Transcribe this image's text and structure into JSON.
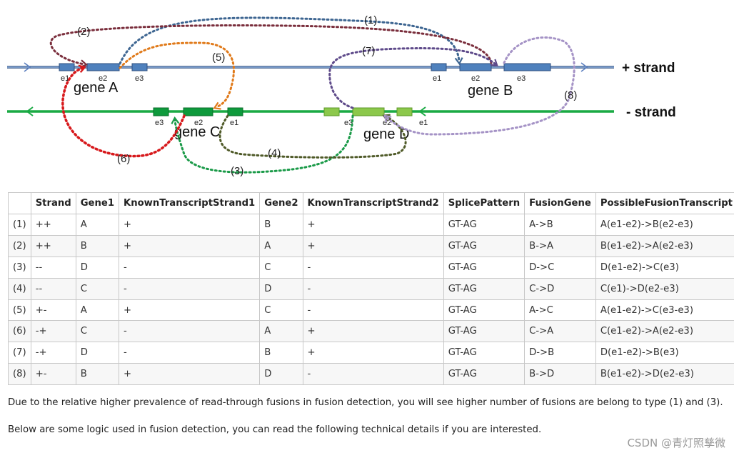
{
  "diagram": {
    "strand_plus_label": "+ strand",
    "strand_minus_label": "- strand",
    "genes": {
      "a": {
        "label": "gene A",
        "exons": [
          "e1",
          "e2",
          "e3"
        ]
      },
      "b": {
        "label": "gene B",
        "exons": [
          "e1",
          "e2",
          "e3"
        ]
      },
      "c": {
        "label": "gene C",
        "exons": [
          "e3",
          "e2",
          "e1"
        ]
      },
      "d": {
        "label": "gene D",
        "exons": [
          "e3",
          "e2",
          "e1"
        ]
      }
    },
    "arc_labels": [
      "(1)",
      "(2)",
      "(3)",
      "(4)",
      "(5)",
      "(6)",
      "(7)",
      "(8)"
    ],
    "colors": {
      "plus_strand": "#5b7fbf",
      "minus_strand": "#1aaa44",
      "exon_blue": "#4f81bd",
      "exon_green_dark": "#0e9a3c",
      "exon_green_light": "#8cc84b",
      "arc1": "#3d6591",
      "arc2": "#7a2e3c",
      "arc3": "#1a9a48",
      "arc4": "#4f5a28",
      "arc5": "#e07a1a",
      "arc6": "#d7191c",
      "arc7": "#5e4a8a",
      "arc8": "#a593c6"
    }
  },
  "table": {
    "headers": [
      "",
      "Strand",
      "Gene1",
      "KnownTranscriptStrand1",
      "Gene2",
      "KnownTranscriptStrand2",
      "SplicePattern",
      "FusionGene",
      "PossibleFusionTranscript"
    ],
    "rows": [
      [
        "(1)",
        "++",
        "A",
        "+",
        "B",
        "+",
        "GT-AG",
        "A->B",
        "A(e1-e2)->B(e2-e3)"
      ],
      [
        "(2)",
        "++",
        "B",
        "+",
        "A",
        "+",
        "GT-AG",
        "B->A",
        "B(e1-e2)->A(e2-e3)"
      ],
      [
        "(3)",
        "--",
        "D",
        "-",
        "C",
        "-",
        "GT-AG",
        "D->C",
        "D(e1-e2)->C(e3)"
      ],
      [
        "(4)",
        "--",
        "C",
        "-",
        "D",
        "-",
        "GT-AG",
        "C->D",
        "C(e1)->D(e2-e3)"
      ],
      [
        "(5)",
        "+-",
        "A",
        "+",
        "C",
        "-",
        "GT-AG",
        "A->C",
        "A(e1-e2)->C(e3-e3)"
      ],
      [
        "(6)",
        "-+",
        "C",
        "-",
        "A",
        "+",
        "GT-AG",
        "C->A",
        "C(e1-e2)->A(e2-e3)"
      ],
      [
        "(7)",
        "-+",
        "D",
        "-",
        "B",
        "+",
        "GT-AG",
        "D->B",
        "D(e1-e2)->B(e3)"
      ],
      [
        "(8)",
        "+-",
        "B",
        "+",
        "D",
        "-",
        "GT-AG",
        "B->D",
        "B(e1-e2)->D(e2-e3)"
      ]
    ]
  },
  "paragraphs": [
    "Due to the relative higher prevalence of read-through fusions in fusion detection, you will see higher number of fusions are belong to type (1) and (3).",
    "Below are some logic used in fusion detection, you can read the following technical details if you are interested."
  ],
  "watermark": "CSDN @青灯照孳微"
}
